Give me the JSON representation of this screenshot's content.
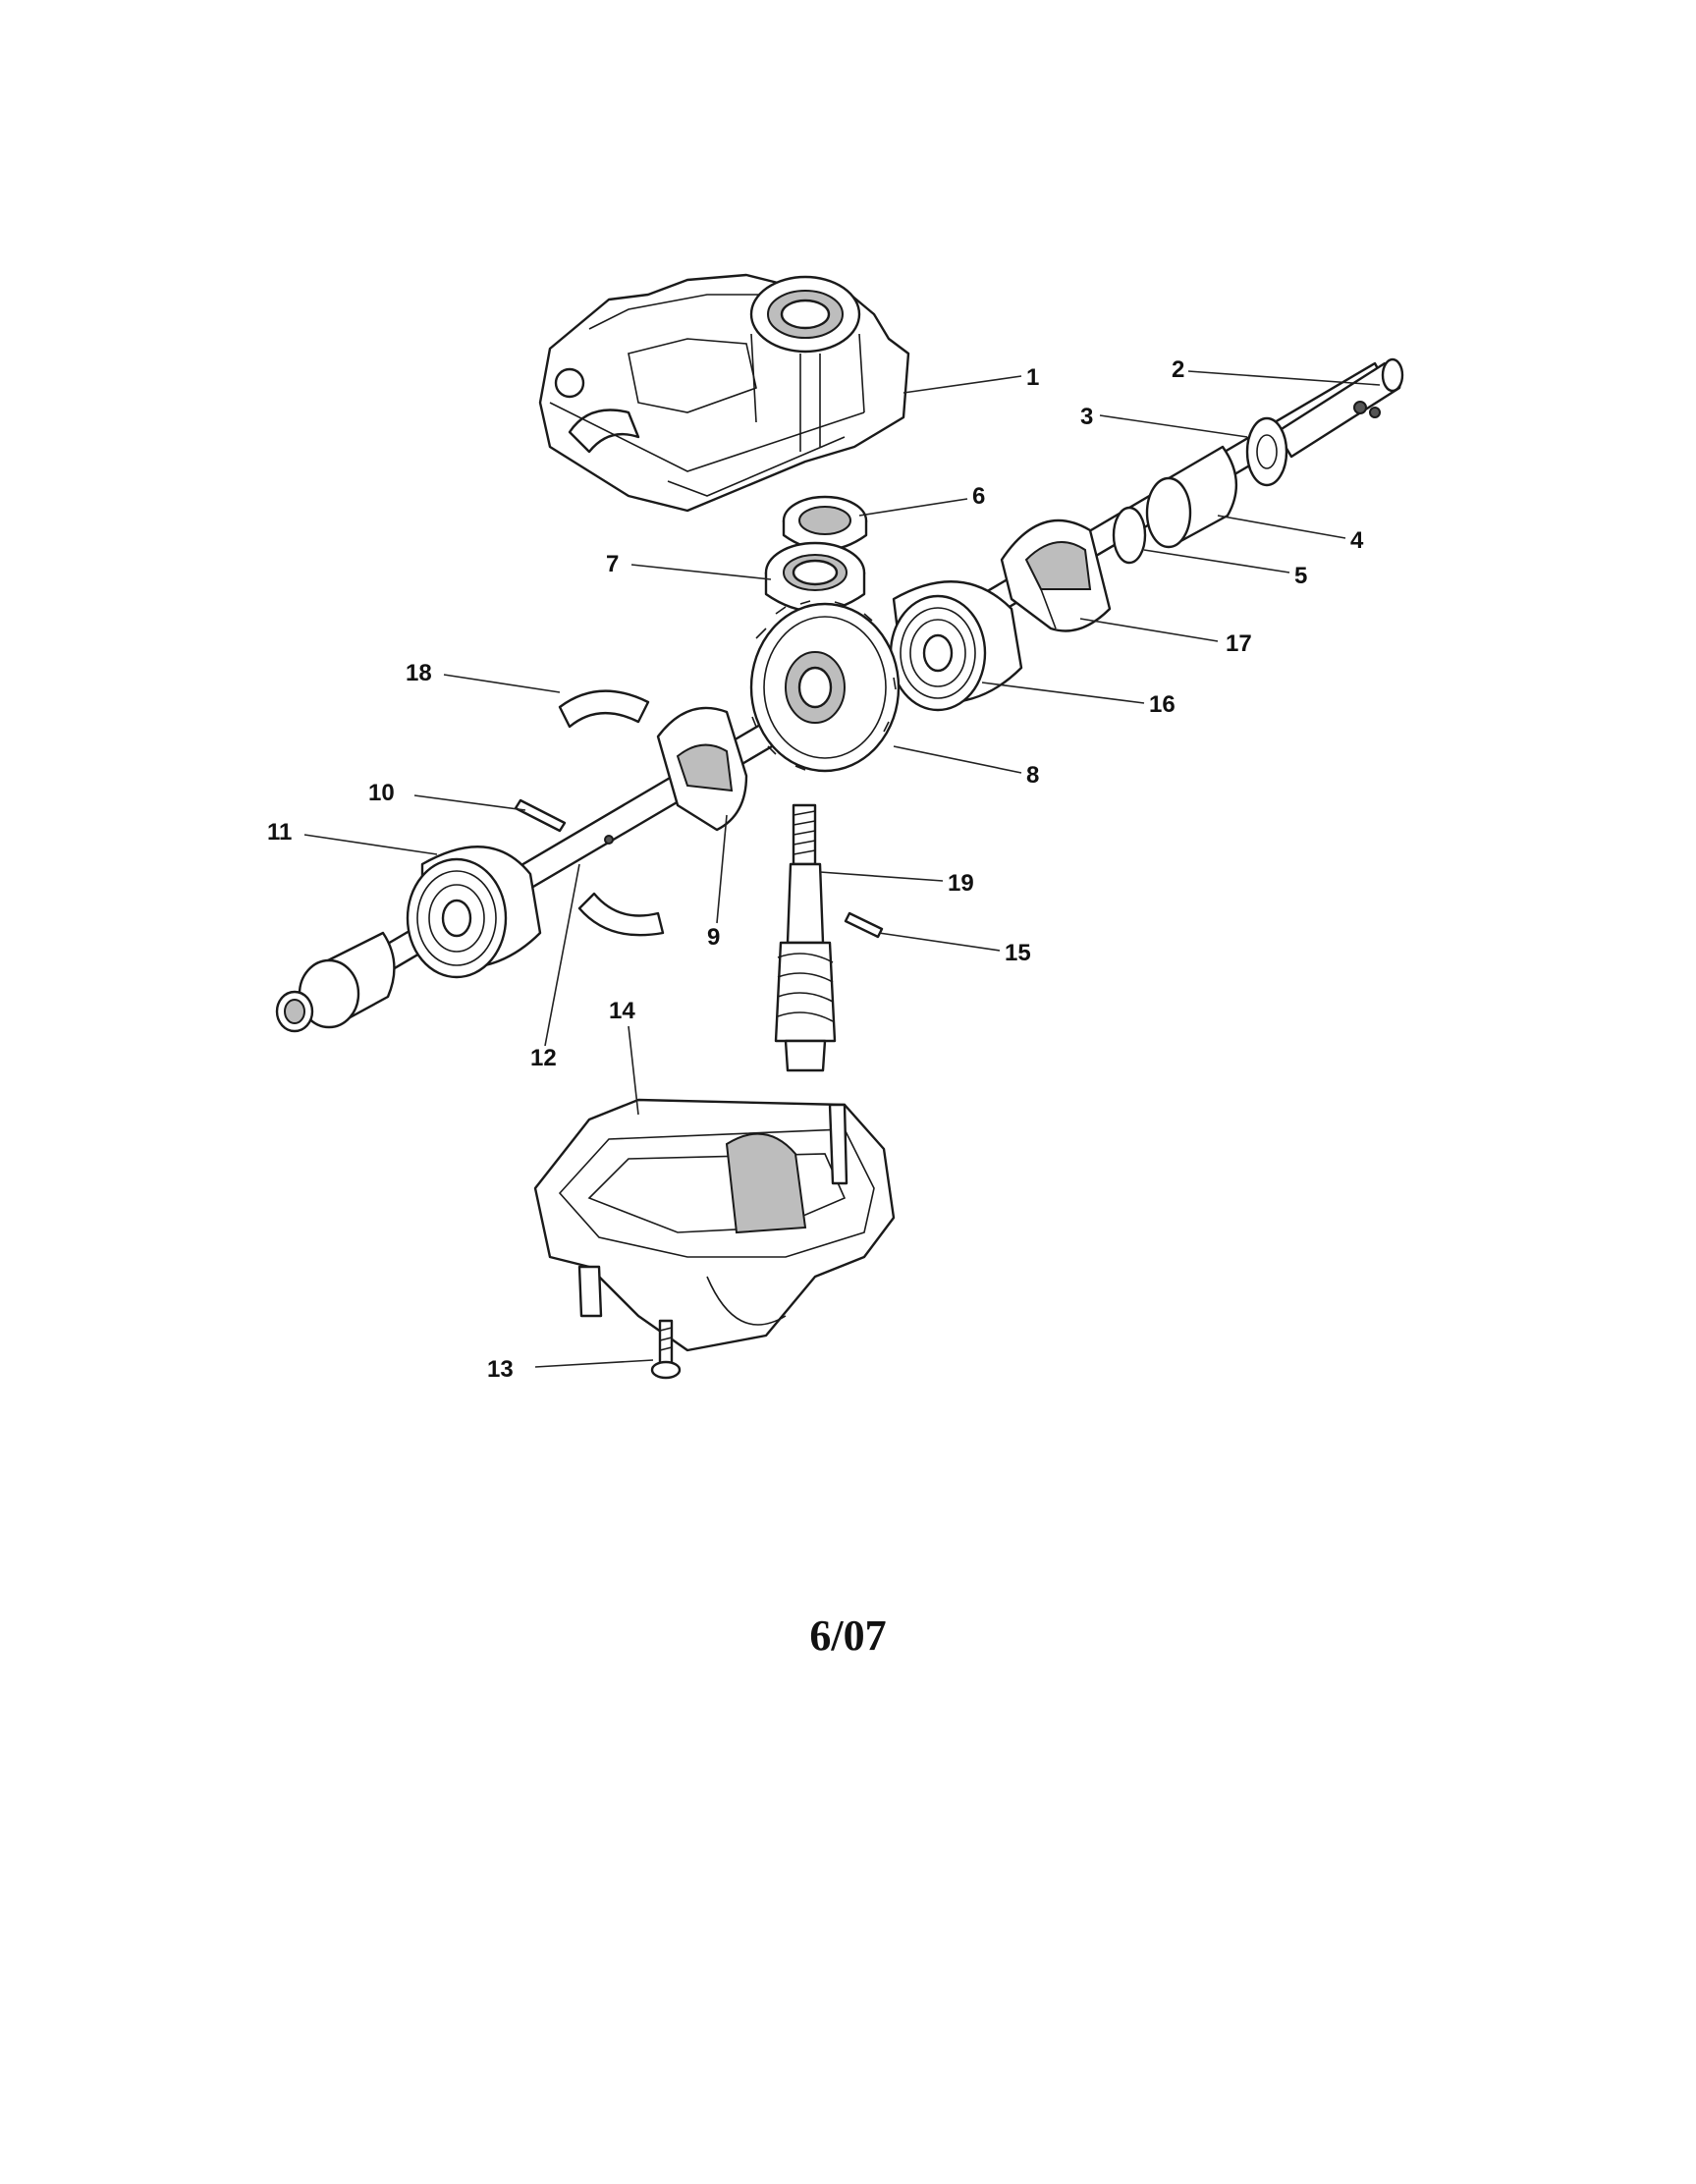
{
  "callouts": {
    "c1": "1",
    "c2": "2",
    "c3": "3",
    "c4": "4",
    "c5": "5",
    "c6": "6",
    "c7": "7",
    "c8": "8",
    "c9": "9",
    "c10": "10",
    "c11": "11",
    "c12": "12",
    "c13": "13",
    "c14": "14",
    "c15": "15",
    "c16": "16",
    "c17": "17",
    "c18": "18",
    "c19": "19"
  },
  "footer": {
    "date": "6/07"
  }
}
